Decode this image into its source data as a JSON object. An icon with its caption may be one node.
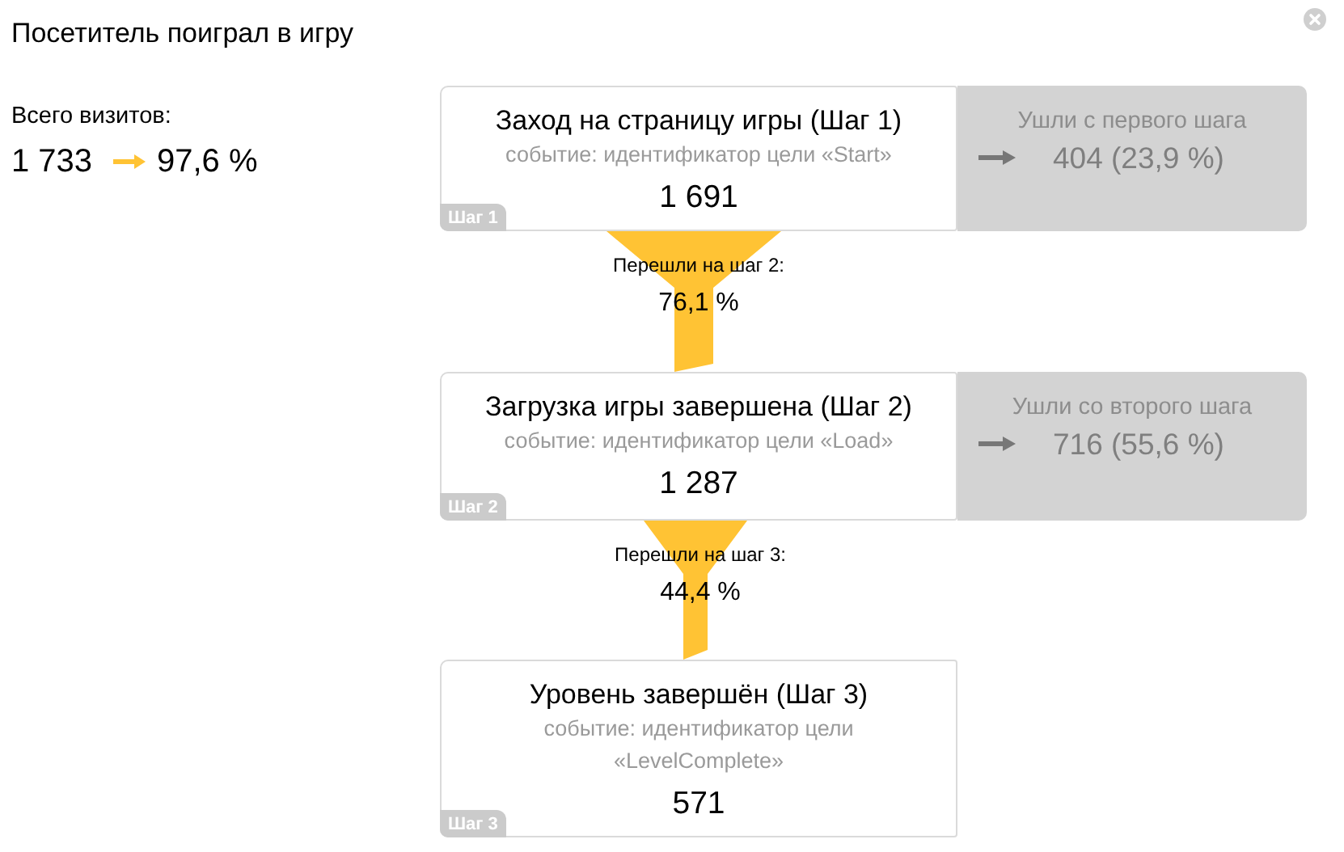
{
  "diagram": {
    "title": "Посетитель поиграл в игру",
    "nodes": [
      {
        "text": [
          "Заход на страницу игры (Шаг 1)",
          "событие: идентификатор цели «Start»",
          "1 691",
          "Шаг 1"
        ]
      },
      {
        "text": [
          "Ушли с первого шага",
          "404 (23,9 %)"
        ]
      },
      {
        "text": [
          "Загрузка игры завершена (Шаг 2)",
          "событие: идентификатор цели «Load»",
          "1 287",
          "Шаг 2"
        ]
      },
      {
        "text": [
          "Ушли со второго шага",
          "716 (55,6 %)"
        ]
      },
      {
        "text": [
          "Уровень завершён (Шаг 3)",
          "событие: идентификатор цели «LevelComplete»",
          "571",
          "Шаг 3"
        ]
      }
    ],
    "edges": [
      {
        "from": 0,
        "to": 2,
        "arrow": "to",
        "label": "Перешли на шаг 2: 76,1 %"
      },
      {
        "from": 2,
        "to": 4,
        "arrow": "to",
        "label": "Перешли на шаг 3: 44,4 %"
      }
    ],
    "labels": [
      "Всего визитов:",
      "1 733",
      "97,6 %"
    ]
  }
}
